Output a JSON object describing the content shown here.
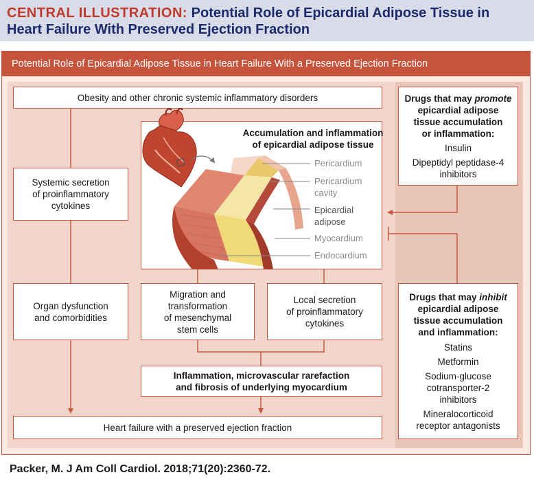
{
  "header": {
    "kicker": "CENTRAL ILLUSTRATION:",
    "title_part1": "Potential Role of Epicardial Adipose Tissue in",
    "title_part2": "Heart Failure With Preserved Ejection Fraction"
  },
  "panel": {
    "banner": "Potential Role of Epicardial Adipose Tissue in Heart Failure With a Preserved Ejection Fraction"
  },
  "boxes": {
    "obesity": "Obesity and other chronic systemic inflammatory disorders",
    "systemic_line1": "Systemic secretion",
    "systemic_line2": "of proinflammatory",
    "systemic_line3": "cytokines",
    "accum_line1": "Accumulation and inflammation",
    "accum_line2": "of epicardial adipose tissue",
    "organ_line1": "Organ dysfunction",
    "organ_line2": "and comorbidities",
    "migration_line1": "Migration and",
    "migration_line2": "transformation",
    "migration_line3": "of mesenchymal",
    "migration_line4": "stem cells",
    "local_line1": "Local secretion",
    "local_line2": "of proinflammatory",
    "local_line3": "cytokines",
    "fibrosis_line1": "Inflammation, microvascular rarefaction",
    "fibrosis_line2": "and fibrosis of underlying myocardium",
    "hfpef": "Heart failure with a preserved ejection fraction"
  },
  "promote": {
    "line1": "Drugs that may ",
    "emph": "promote",
    "line2": "epicardial adipose",
    "line3": "tissue accumulation",
    "line4": "or inflammation:",
    "drugs": [
      "Insulin",
      "Dipeptidyl peptidase-4",
      "inhibitors"
    ]
  },
  "inhibit": {
    "line1": "Drugs that may ",
    "emph": "inhibit",
    "line2": "epicardial adipose",
    "line3": "tissue accumulation",
    "line4": "and inflammation:",
    "drugs": [
      "Statins",
      "Metformin",
      "Sodium-glucose",
      "cotransporter-2",
      "inhibitors",
      "Mineralocorticoid",
      "receptor antagonists"
    ]
  },
  "layers": {
    "pericardium": "Pericardium",
    "pericardium_cavity_1": "Pericardium",
    "pericardium_cavity_2": "cavity",
    "epicardial_1": "Epicardial",
    "epicardial_2": "adipose",
    "myocardium": "Myocardium",
    "endocardium": "Endocardium"
  },
  "citation": "Packer, M. J Am Coll Cardiol. 2018;71(20):2360-72.",
  "colors": {
    "accent_red": "#c03a2b",
    "title_navy": "#1c2a6b",
    "banner": "#c6533c",
    "header_bg": "#d8dce8",
    "panel_bg": "#f2d5cb"
  }
}
